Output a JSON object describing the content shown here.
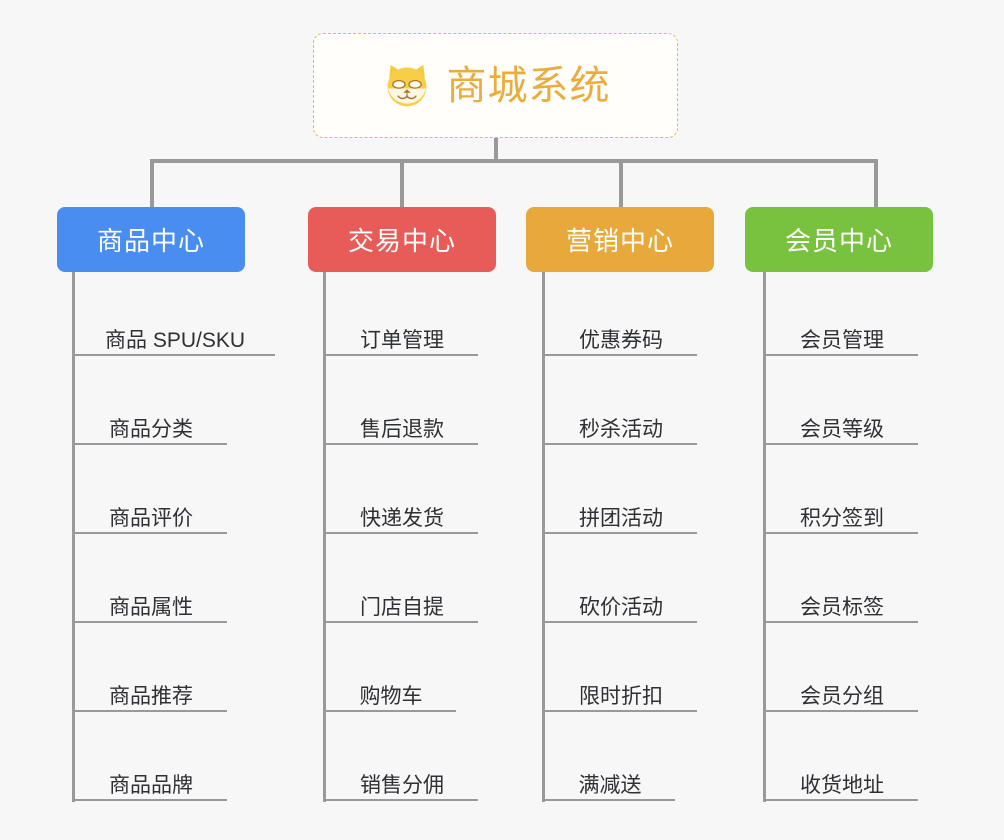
{
  "diagram": {
    "background_color": "#f7f7f7",
    "connector_color": "#999999",
    "root": {
      "title": "商城系统",
      "icon": "shiba-dog-face-icon",
      "text_color": "#e9ac3e",
      "border_color": "#e8b84b",
      "fill_color": "#fffefb"
    },
    "columns": [
      {
        "key": "product-center",
        "label": "商品中心",
        "color": "#4a8df0",
        "items": [
          "商品 SPU/SKU",
          "商品分类",
          "商品评价",
          "商品属性",
          "商品推荐",
          "商品品牌"
        ]
      },
      {
        "key": "trade-center",
        "label": "交易中心",
        "color": "#e75c58",
        "items": [
          "订单管理",
          "售后退款",
          "快递发货",
          "门店自提",
          "购物车",
          "销售分佣"
        ]
      },
      {
        "key": "marketing-center",
        "label": "营销中心",
        "color": "#e8a93c",
        "items": [
          "优惠券码",
          "秒杀活动",
          "拼团活动",
          "砍价活动",
          "限时折扣",
          "满减送"
        ]
      },
      {
        "key": "member-center",
        "label": "会员中心",
        "color": "#78c23f",
        "items": [
          "会员管理",
          "会员等级",
          "积分签到",
          "会员标签",
          "会员分组",
          "收货地址"
        ]
      }
    ]
  }
}
